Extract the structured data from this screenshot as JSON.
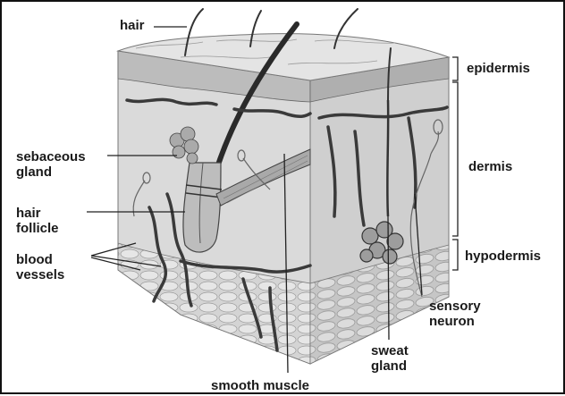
{
  "labels": {
    "hair": "hair",
    "epidermis": "epidermis",
    "dermis": "dermis",
    "hypodermis": "hypodermis",
    "sebaceous_gland": [
      "sebaceous",
      "gland"
    ],
    "hair_follicle": [
      "hair",
      "follicle"
    ],
    "blood_vessels": [
      "blood",
      "vessels"
    ],
    "smooth_muscle": "smooth muscle",
    "sweat_gland": [
      "sweat",
      "gland"
    ],
    "sensory_neuron": [
      "sensory",
      "neuron"
    ]
  },
  "colors": {
    "ink": "#1a1a1a",
    "tissue": "#d9d9d9",
    "epidermis": "#b8b8b8",
    "hypodermis": "#c9c9c9"
  }
}
